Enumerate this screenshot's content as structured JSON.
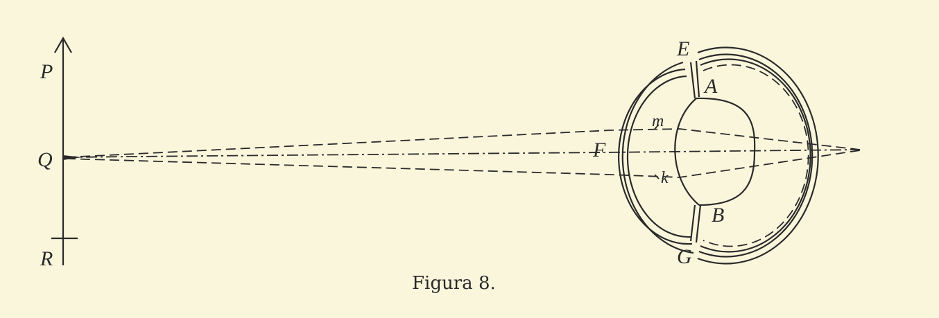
{
  "figure": {
    "caption": "Figura 8.",
    "labels": {
      "P": "P",
      "Q": "Q",
      "R": "R",
      "E": "E",
      "A": "A",
      "m": "m",
      "F": "F",
      "k": "k",
      "B": "B",
      "G": "G"
    }
  }
}
